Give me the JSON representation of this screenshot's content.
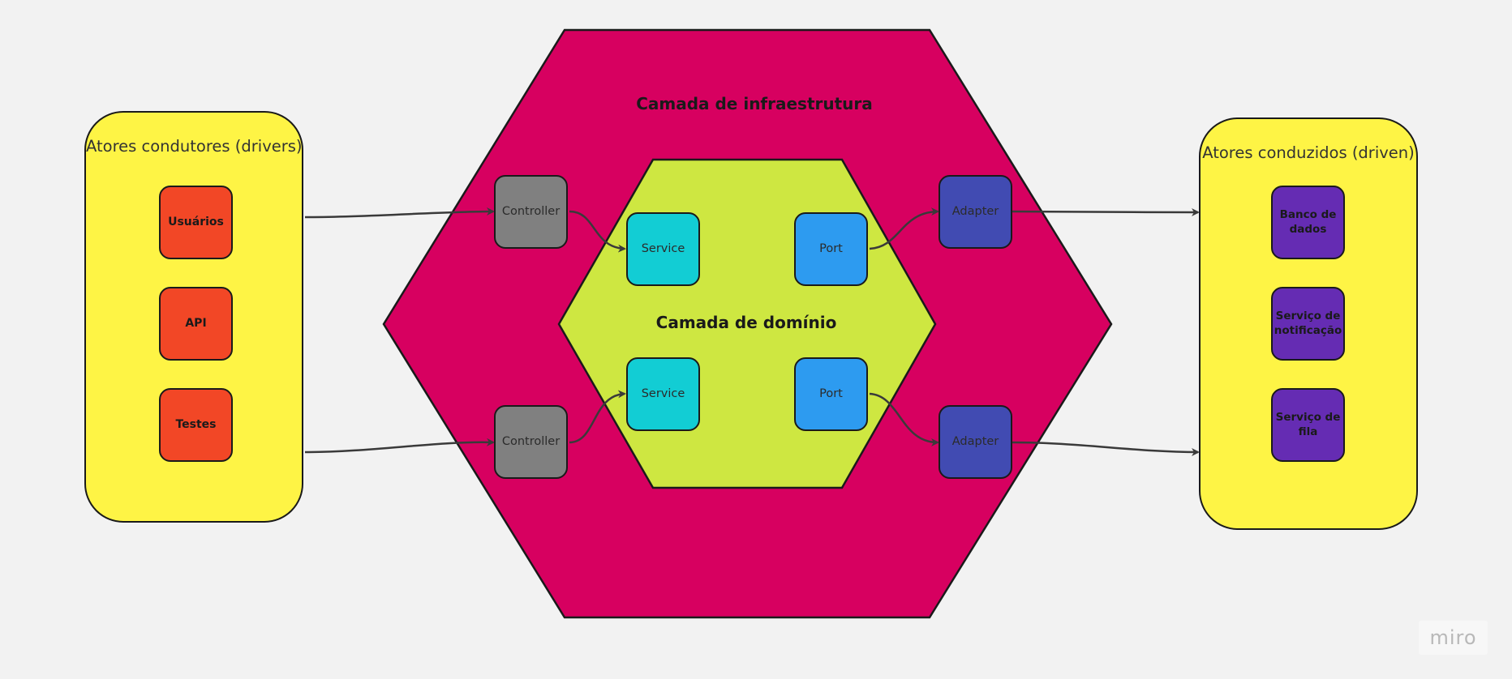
{
  "colors": {
    "background": "#f2f2f2",
    "infra_hexagon": "#d70060",
    "domain_hexagon": "#cee741",
    "actor_group": "#fef445",
    "driver_actor": "#f24726",
    "driven_actor": "#652cb3",
    "controller": "#808080",
    "service": "#12cdd4",
    "port": "#2d9bf0",
    "adapter": "#414bb2",
    "arrow": "#3a3a3a"
  },
  "infra_layer": {
    "title": "Camada de infraestrutura"
  },
  "domain_layer": {
    "title": "Camada de domínio"
  },
  "drivers": {
    "title": "Atores condutores (drivers)",
    "items": [
      "Usuários",
      "API",
      "Testes"
    ]
  },
  "driven": {
    "title": "Atores conduzidos (driven)",
    "items": [
      "Banco de dados",
      "Serviço de notificação",
      "Serviço de fila"
    ]
  },
  "components": {
    "controller_top": "Controller",
    "controller_bottom": "Controller",
    "service_top": "Service",
    "service_bottom": "Service",
    "port_top": "Port",
    "port_bottom": "Port",
    "adapter_top": "Adapter",
    "adapter_bottom": "Adapter"
  },
  "watermark": "miro"
}
